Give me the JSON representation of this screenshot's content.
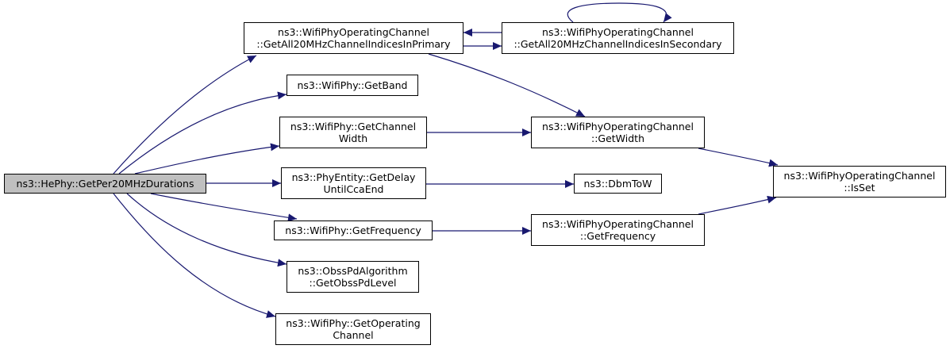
{
  "diagram": {
    "edge_color": "#191970",
    "root_fill": "#bfbfbf",
    "nodes": [
      {
        "id": "root",
        "lines": [
          "ns3::HePhy::GetPer20MHzDurations"
        ]
      },
      {
        "id": "primary",
        "lines": [
          "ns3::WifiPhyOperatingChannel",
          "::GetAll20MHzChannelIndicesInPrimary"
        ]
      },
      {
        "id": "secondary",
        "lines": [
          "ns3::WifiPhyOperatingChannel",
          "::GetAll20MHzChannelIndicesInSecondary"
        ]
      },
      {
        "id": "getband",
        "lines": [
          "ns3::WifiPhy::GetBand"
        ]
      },
      {
        "id": "chwidth",
        "lines": [
          "ns3::WifiPhy::GetChannel",
          "Width"
        ]
      },
      {
        "id": "opwidth",
        "lines": [
          "ns3::WifiPhyOperatingChannel",
          "::GetWidth"
        ]
      },
      {
        "id": "delay",
        "lines": [
          "ns3::PhyEntity::GetDelay",
          "UntilCcaEnd"
        ]
      },
      {
        "id": "dbm",
        "lines": [
          "ns3::DbmToW"
        ]
      },
      {
        "id": "isset",
        "lines": [
          "ns3::WifiPhyOperatingChannel",
          "::IsSet"
        ]
      },
      {
        "id": "freq",
        "lines": [
          "ns3::WifiPhy::GetFrequency"
        ]
      },
      {
        "id": "opfreq",
        "lines": [
          "ns3::WifiPhyOperatingChannel",
          "::GetFrequency"
        ]
      },
      {
        "id": "obss",
        "lines": [
          "ns3::ObssPdAlgorithm",
          "::GetObssPdLevel"
        ]
      },
      {
        "id": "getop",
        "lines": [
          "ns3::WifiPhy::GetOperating",
          "Channel"
        ]
      }
    ],
    "edges": [
      {
        "from": "root",
        "to": "primary"
      },
      {
        "from": "root",
        "to": "getband"
      },
      {
        "from": "root",
        "to": "chwidth"
      },
      {
        "from": "root",
        "to": "delay"
      },
      {
        "from": "root",
        "to": "freq"
      },
      {
        "from": "root",
        "to": "obss"
      },
      {
        "from": "root",
        "to": "getop"
      },
      {
        "from": "primary",
        "to": "secondary"
      },
      {
        "from": "secondary",
        "to": "primary"
      },
      {
        "from": "secondary",
        "to": "secondary"
      },
      {
        "from": "primary",
        "to": "opwidth"
      },
      {
        "from": "chwidth",
        "to": "opwidth"
      },
      {
        "from": "delay",
        "to": "dbm"
      },
      {
        "from": "opwidth",
        "to": "isset"
      },
      {
        "from": "freq",
        "to": "opfreq"
      },
      {
        "from": "opfreq",
        "to": "isset"
      }
    ]
  }
}
